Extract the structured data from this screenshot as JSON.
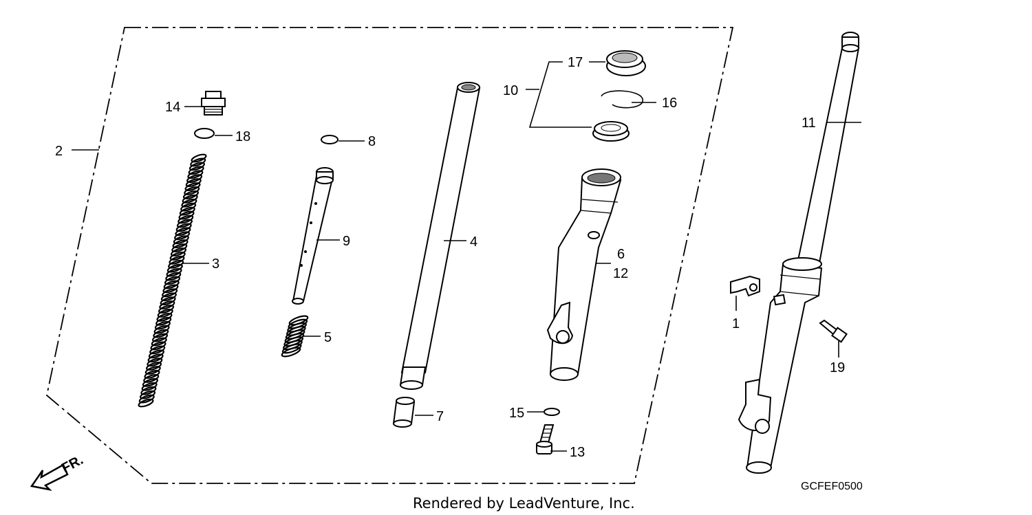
{
  "diagram": {
    "part_labels": {
      "p1": "1",
      "p2": "2",
      "p3": "3",
      "p4": "4",
      "p5": "5",
      "p6": "6",
      "p7": "7",
      "p8": "8",
      "p9": "9",
      "p10": "10",
      "p11": "11",
      "p12": "12",
      "p13": "13",
      "p14": "14",
      "p15": "15",
      "p16": "16",
      "p17": "17",
      "p18": "18",
      "p19": "19"
    },
    "direction_label": "FR.",
    "diagram_code": "GCFEF0500",
    "credit": "Rendered by LeadVenture, Inc."
  }
}
